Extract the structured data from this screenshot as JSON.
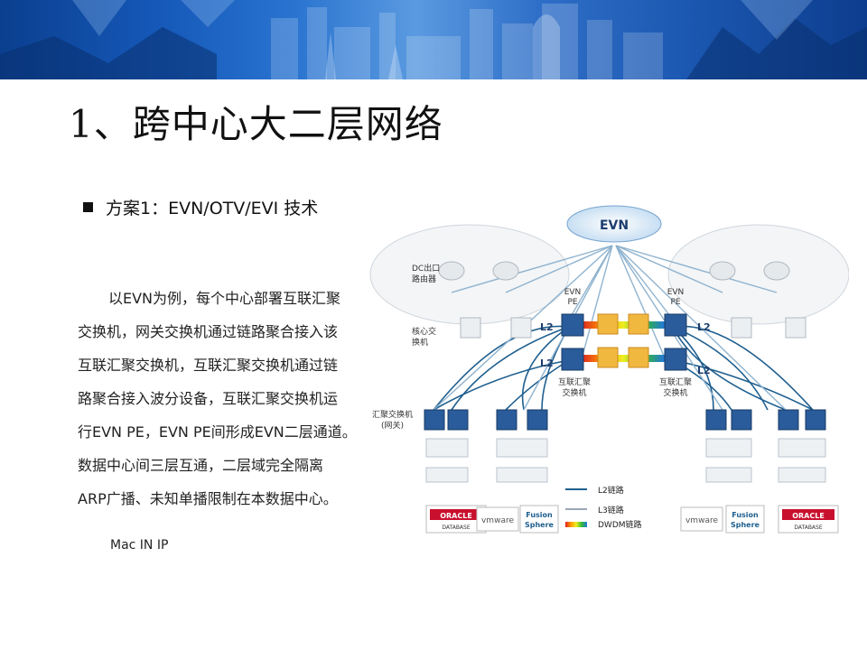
{
  "slide": {
    "title": "1、跨中心大二层网络",
    "bullet": "方案1：EVN/OTV/EVI 技术",
    "body_lines": [
      "以EVN为例，每个中心部署互联汇聚",
      "交换机，网关交换机通过链路聚合接入该",
      "互联汇聚交换机，互联汇聚交换机通过链",
      "路聚合接入波分设备，互联汇聚交换机运",
      "行EVN PE，EVN PE间形成EVN二层通道。",
      "数据中心间三层互通，二层域完全隔离",
      "ARP广播、未知单播限制在本数据中心。"
    ],
    "footnote": "Mac IN IP"
  },
  "diagram": {
    "evn": "EVN",
    "dc_router": [
      "DC出口",
      "路由器"
    ],
    "core_switch": [
      "核心交",
      "换机"
    ],
    "aggregation_switch": [
      "汇聚交换机",
      "(网关)"
    ],
    "evn_pe_left": [
      "EVN",
      "PE"
    ],
    "evn_pe_right": [
      "EVN",
      "PE"
    ],
    "interconnect_left": [
      "互联汇聚",
      "交换机"
    ],
    "interconnect_right": [
      "互联汇聚",
      "交换机"
    ],
    "l2_labels": [
      "L2",
      "L2",
      "L2",
      "L2"
    ],
    "legend": {
      "l2": "L2链路",
      "l3": "L3链路",
      "dwdm": "DWDM链路"
    },
    "logos": {
      "oracle": "ORACLE",
      "database": "DATABASE",
      "vmware": "vmware",
      "fusion": "Fusion",
      "sphere": "Sphere"
    }
  },
  "colors": {
    "banner": "#1558b8",
    "l2_link": "#1f5f8f",
    "l3_link": "#9aa8b6",
    "switch": "#2a5b9a"
  }
}
